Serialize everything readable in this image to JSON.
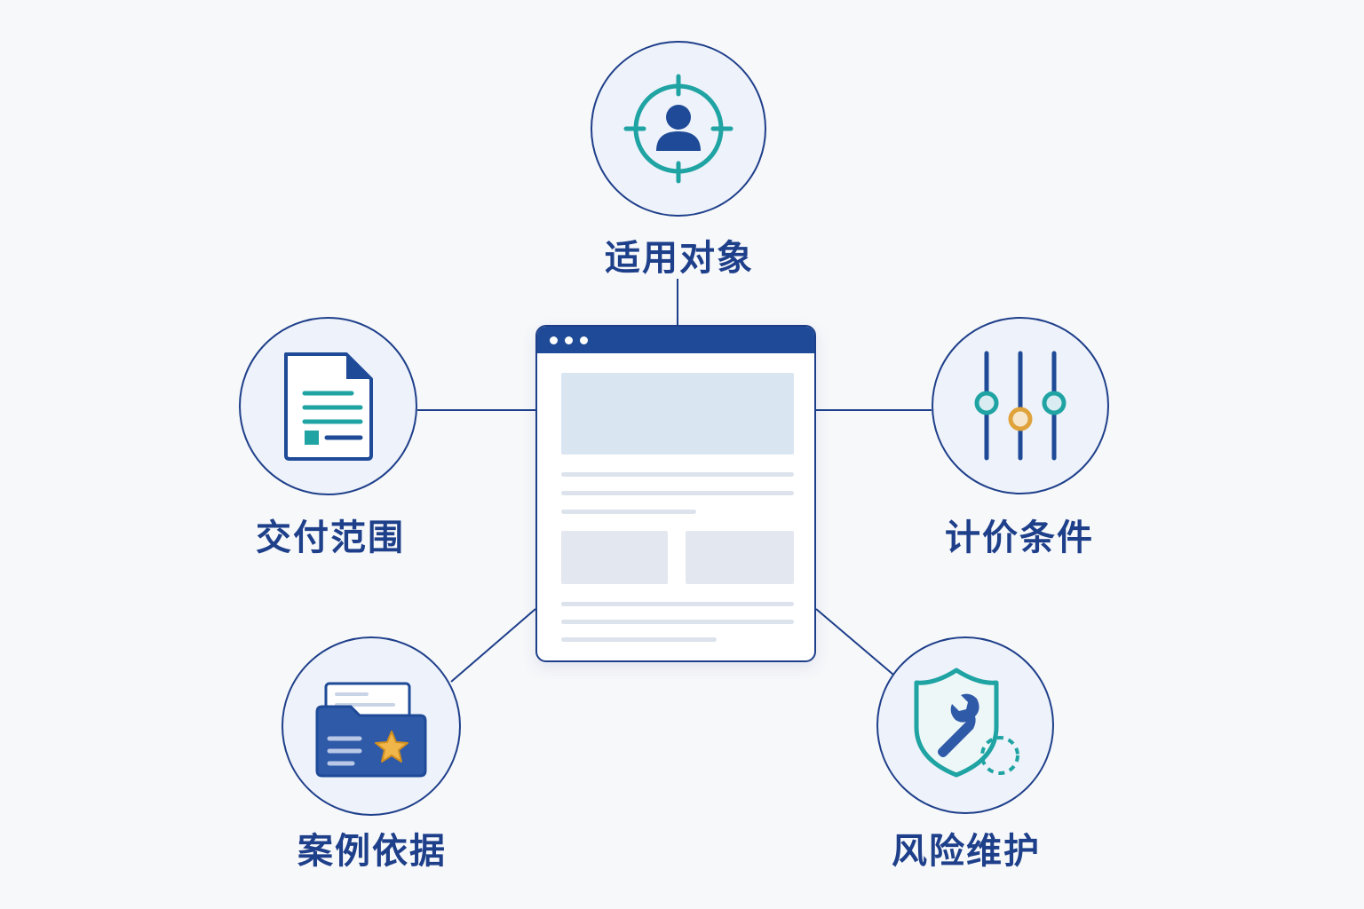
{
  "diagram": {
    "center": {
      "name": "web-page-window",
      "window_dots": 3
    },
    "nodes": [
      {
        "id": "target",
        "label": "适用对象",
        "icon": "target-user-icon"
      },
      {
        "id": "scope",
        "label": "交付范围",
        "icon": "document-icon"
      },
      {
        "id": "pricing",
        "label": "计价条件",
        "icon": "sliders-icon"
      },
      {
        "id": "cases",
        "label": "案例依据",
        "icon": "folder-star-icon"
      },
      {
        "id": "risk",
        "label": "风险维护",
        "icon": "shield-wrench-icon"
      }
    ]
  },
  "colors": {
    "primary": "#1e3f8a",
    "accent_teal": "#1fa3a3",
    "accent_gold": "#e0a33b",
    "circle_fill": "#eef2fa",
    "background": "#f7f8fa"
  }
}
